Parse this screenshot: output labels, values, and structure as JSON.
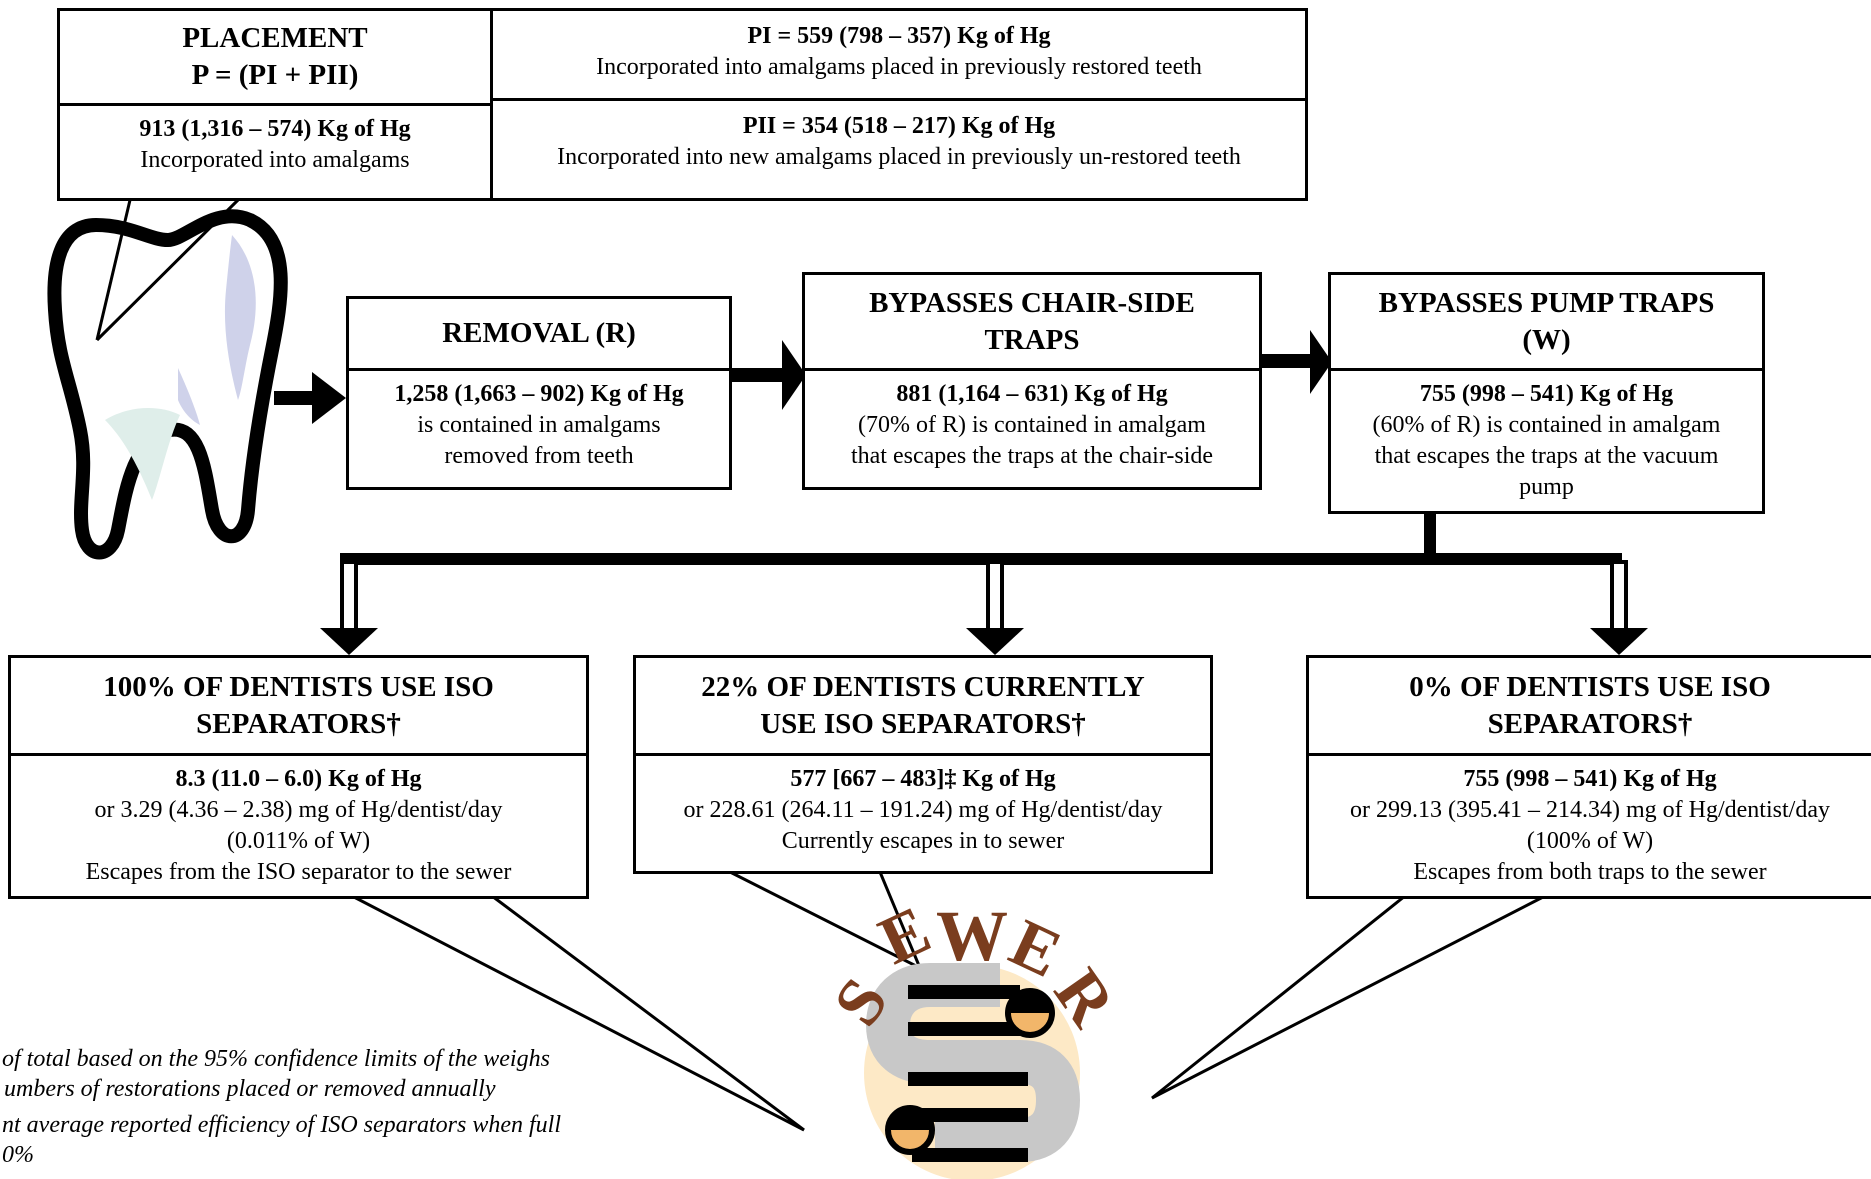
{
  "placement": {
    "title_line1": "PLACEMENT",
    "title_line2": "P = (PI + PII)",
    "value": "913 (1,316 – 574) Kg of Hg",
    "desc": "Incorporated into amalgams"
  },
  "pi": {
    "value": "PI = 559 (798 – 357) Kg of Hg",
    "desc": "Incorporated into amalgams placed in previously restored teeth"
  },
  "pii": {
    "value": "PII = 354 (518 – 217) Kg of Hg",
    "desc": "Incorporated into new amalgams placed in previously un-restored teeth"
  },
  "removal": {
    "title": "REMOVAL (R)",
    "value": "1,258 (1,663 – 902) Kg of Hg",
    "desc_line1": "is contained in amalgams",
    "desc_line2": "removed from teeth"
  },
  "chairside": {
    "title_line1": "BYPASSES CHAIR-SIDE",
    "title_line2": "TRAPS",
    "value": "881 (1,164 – 631) Kg of Hg",
    "desc_line1": "(70% of R) is contained in amalgam",
    "desc_line2": "that escapes the traps at the chair-side"
  },
  "pump": {
    "title_line1": "BYPASSES PUMP TRAPS",
    "title_line2": "(W)",
    "value": "755 (998 – 541) Kg of Hg",
    "desc_line1": "(60% of R) is contained in amalgam",
    "desc_line2": "that escapes the traps at the vacuum",
    "desc_line3": "pump"
  },
  "scenario_100": {
    "title_line1": "100% OF DENTISTS USE ISO",
    "title_line2": "SEPARATORS†",
    "value": "8.3 (11.0 – 6.0) Kg of Hg",
    "desc_line1": "or 3.29 (4.36 – 2.38) mg of Hg/dentist/day",
    "desc_line2": "(0.011% of W)",
    "desc_line3": "Escapes from the ISO separator to the sewer"
  },
  "scenario_22": {
    "title_line1": "22% OF DENTISTS CURRENTLY",
    "title_line2": "USE ISO SEPARATORS†",
    "value": "577 [667 – 483]‡ Kg of Hg",
    "desc_line1": "or 228.61 (264.11 – 191.24) mg of Hg/dentist/day",
    "desc_line2": "Currently escapes in to sewer"
  },
  "scenario_0": {
    "title_line1": "0% OF DENTISTS USE ISO",
    "title_line2": "SEPARATORS†",
    "value": "755 (998 – 541) Kg of Hg",
    "desc_line1": "or 299.13 (395.41 – 214.34) mg of Hg/dentist/day",
    "desc_line2": "(100% of W)",
    "desc_line3": "Escapes from both traps to the sewer"
  },
  "sewer_logo_letters": [
    "S",
    "E",
    "W",
    "E",
    "R"
  ],
  "footnotes": {
    "line1": "of total based on the 95% confidence limits of the weighs",
    "line2": "umbers of restorations placed or removed annually",
    "line3": "nt average reported efficiency of ISO separators when full",
    "line4": "0%"
  },
  "colors": {
    "sewer_brown": "#7a3d1e",
    "sewer_glow": "#fde9c6",
    "pipe_gray": "#c8c8c8",
    "pipe_orange": "#f2b66a",
    "tooth_shade": "#dfeeea",
    "tooth_shade_blue": "#cfd2ea"
  }
}
